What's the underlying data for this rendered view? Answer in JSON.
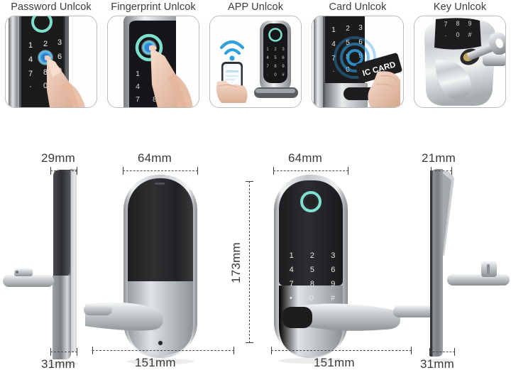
{
  "unlock_methods": [
    {
      "id": "password",
      "label": "Password Unlcok",
      "icon": "keypad-finger-photo"
    },
    {
      "id": "fingerprint",
      "label": "Fingerprint Unlcok",
      "icon": "fingerprint-finger-photo"
    },
    {
      "id": "app",
      "label": "APP Unlcok",
      "icon": "phone-wifi-photo",
      "phone_signal": "wifi-waves"
    },
    {
      "id": "card",
      "label": "Card Unlcok",
      "icon": "ic-card-photo",
      "card_text": "IC CARD"
    },
    {
      "id": "key",
      "label": "Key Unlcok",
      "icon": "metal-key-photo"
    }
  ],
  "views": [
    {
      "id": "side-left",
      "name": "left-side-profile-view",
      "top_dimension": "29mm",
      "bottom_dimension": "31mm"
    },
    {
      "id": "interior-front",
      "name": "interior-panel-front-view",
      "top_dimension": "64mm",
      "bottom_dimension": "151mm",
      "height_dimension": "173mm"
    },
    {
      "id": "exterior-front",
      "name": "exterior-panel-front-view",
      "top_dimension": "64mm",
      "bottom_dimension": "151mm",
      "keypad": [
        [
          "1",
          "2",
          "3"
        ],
        [
          "4",
          "5",
          "6"
        ],
        [
          "7",
          "8",
          "9"
        ],
        [
          "•",
          "0",
          "#"
        ]
      ]
    },
    {
      "id": "side-right",
      "name": "right-side-profile-view",
      "top_dimension": "21mm",
      "bottom_dimension": "31mm"
    }
  ],
  "colors": {
    "fingerprint_ring": "#7ee0cf",
    "signal_blue": "#2f9fe0",
    "panel_black": "#262626",
    "metal_silver": "#b8bcbe",
    "dim_line": "#3a3a3a",
    "text": "#3a3a3a",
    "card_border": "#b9b9b9"
  }
}
